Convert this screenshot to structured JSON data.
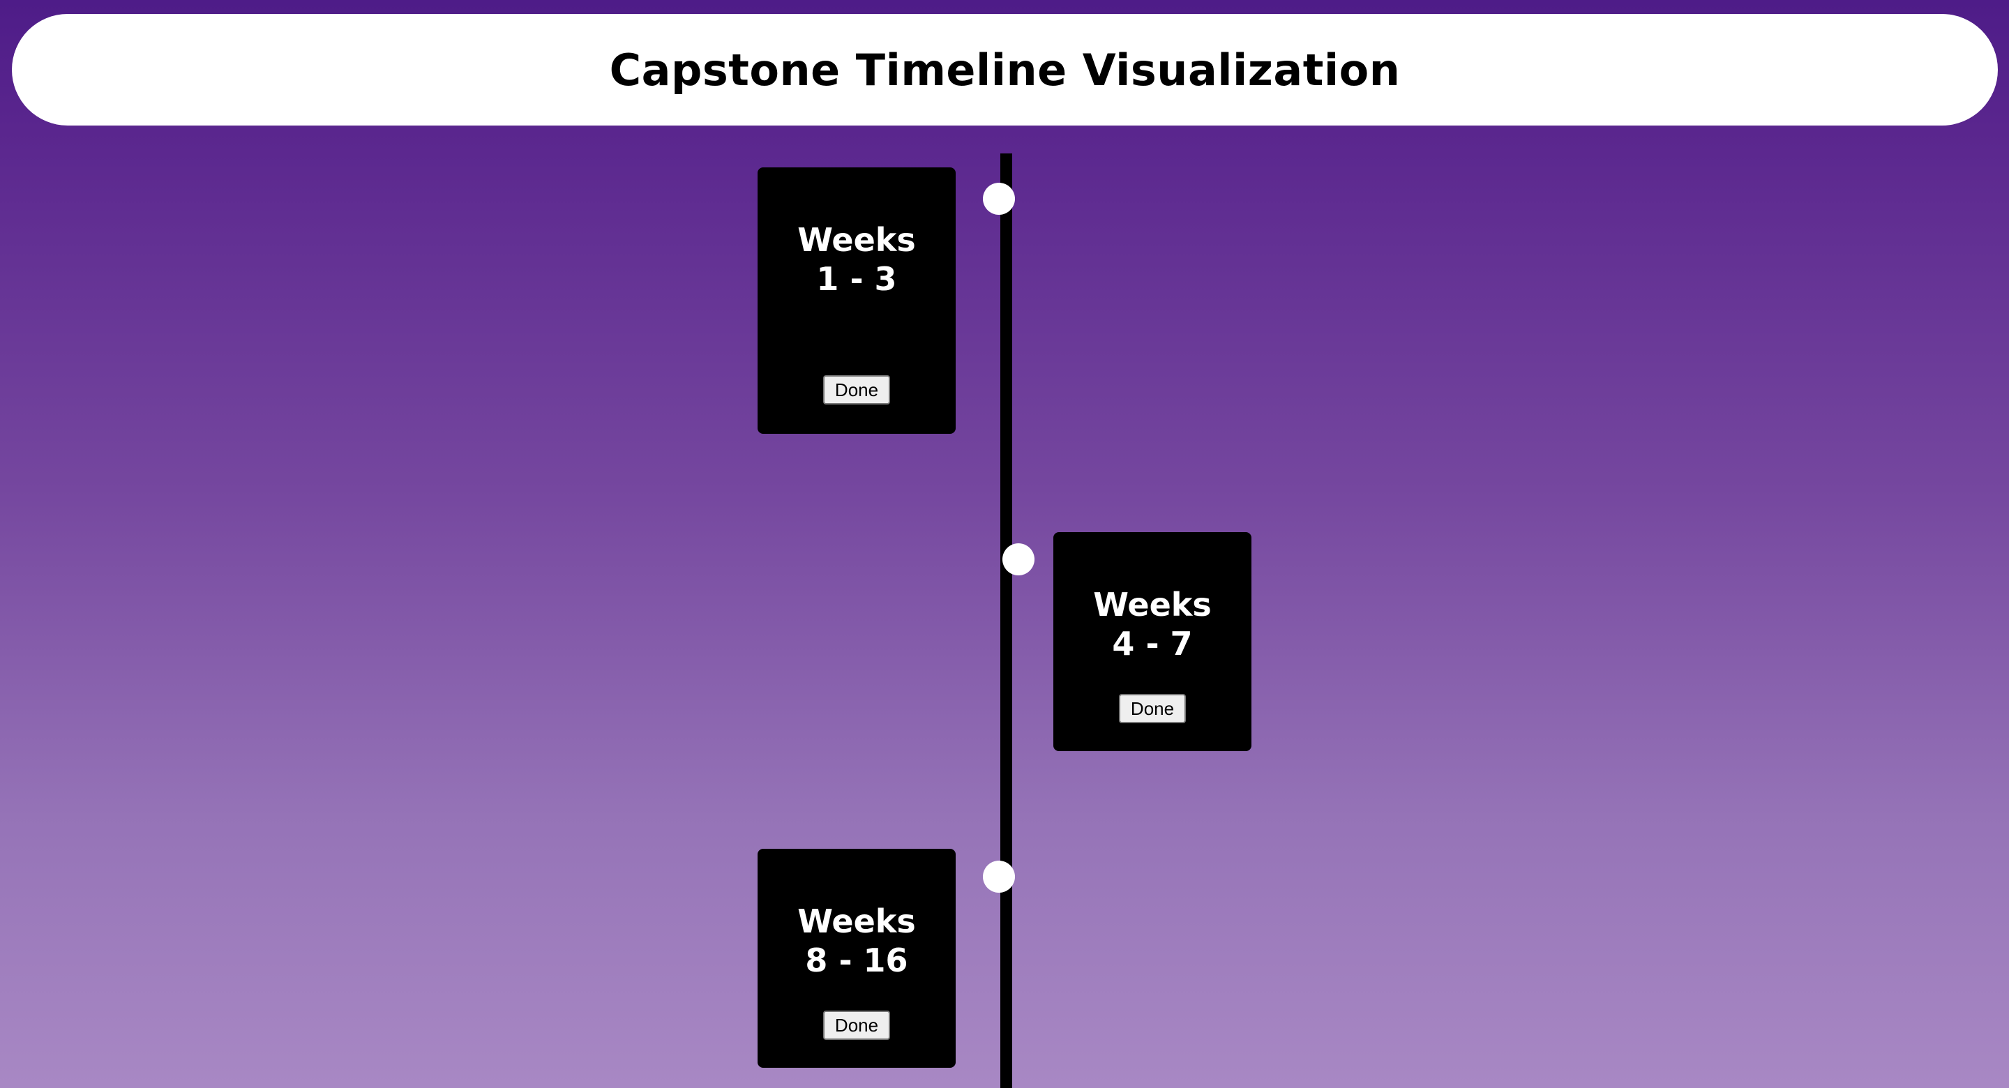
{
  "header": {
    "title": "Capstone Timeline Visualization"
  },
  "timeline": {
    "items": [
      {
        "line1": "Weeks",
        "line2": "1 - 3",
        "button_label": "Done"
      },
      {
        "line1": "Weeks",
        "line2": "4 - 7",
        "button_label": "Done"
      },
      {
        "line1": "Weeks",
        "line2": "8 - 16",
        "button_label": "Done"
      }
    ]
  },
  "colors": {
    "background_top": "#4e1c88",
    "background_bottom": "#a888c4",
    "card": "#000000",
    "dot": "#ffffff",
    "header": "#ffffff"
  }
}
